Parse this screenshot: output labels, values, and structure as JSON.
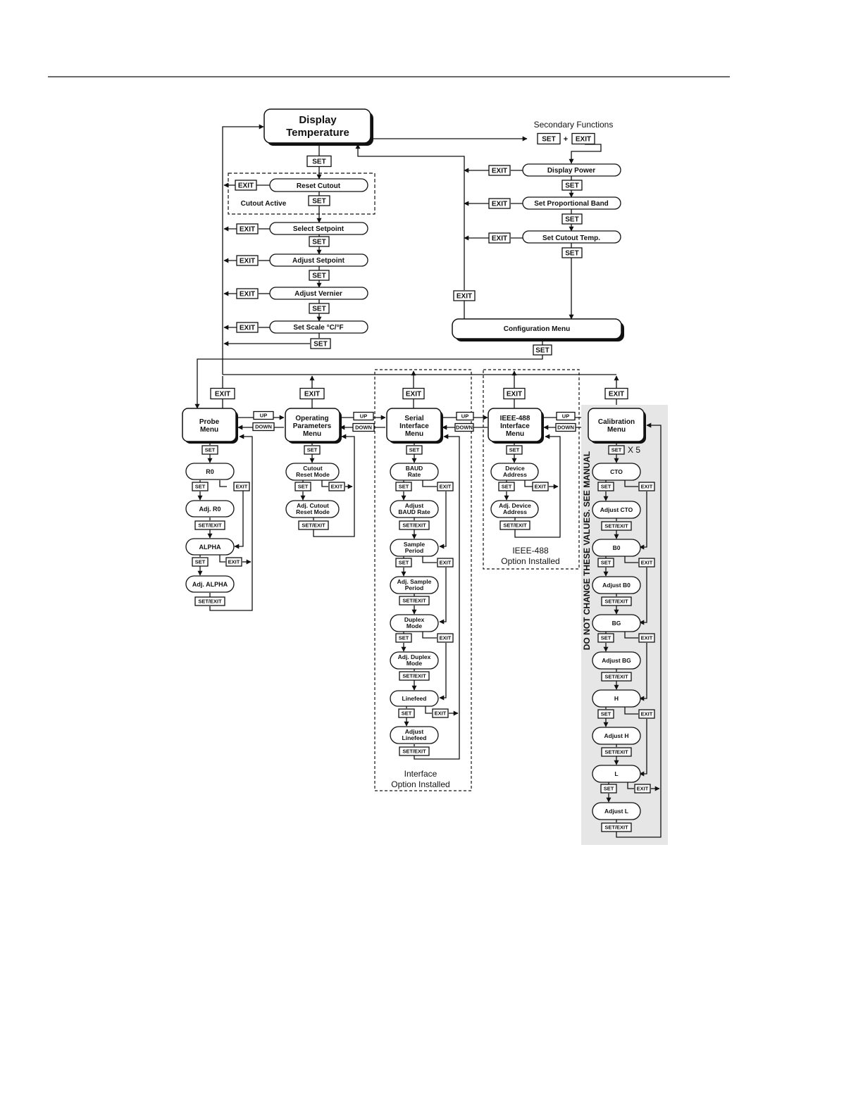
{
  "main": {
    "title": "Display Temperature",
    "secondary_label": "Secondary Functions",
    "plus": "+",
    "set": "SET",
    "exit": "EXIT",
    "set_exit": "SET/EXIT",
    "up": "UP",
    "down": "DOWN",
    "x5": "X 5"
  },
  "left_chain": {
    "reset_cutout": "Reset   Cutout",
    "cutout_active": "Cutout   Active",
    "select_setpoint": "Select Setpoint",
    "adjust_setpoint": "Adjust Setpoint",
    "adjust_vernier": "Adjust Vernier",
    "set_scale": "Set Scale °C/°F"
  },
  "right_chain": {
    "display_power": "Display   Power",
    "set_prop_band": "Set   Proportional   Band",
    "set_cutout_temp": "Set   Cutout   Temp.",
    "config_menu": "Configuration   Menu"
  },
  "menus": {
    "probe": [
      "Probe",
      "Menu"
    ],
    "operating": [
      "Operating",
      "Parameters",
      "Menu"
    ],
    "serial": [
      "Serial",
      "Interface",
      "Menu"
    ],
    "ieee": [
      "IEEE-488",
      "Interface",
      "Menu"
    ],
    "calibration": [
      "Calibration",
      "Menu"
    ]
  },
  "probe_items": {
    "r0": "R0",
    "adj_r0": "Adj. R0",
    "alpha": "ALPHA",
    "adj_alpha": "Adj. ALPHA"
  },
  "operating_items": {
    "cutout_reset": [
      "Cutout",
      "Reset Mode"
    ],
    "adj_cutout_reset": [
      "Adj. Cutout",
      "Reset Mode"
    ]
  },
  "serial_items": {
    "baud": [
      "BAUD",
      "Rate"
    ],
    "adj_baud": [
      "Adjust",
      "BAUD Rate"
    ],
    "sample": [
      "Sample",
      "Period"
    ],
    "adj_sample": [
      "Adj. Sample",
      "Period"
    ],
    "duplex": [
      "Duplex",
      "Mode"
    ],
    "adj_duplex": [
      "Adj. Duplex",
      "Mode"
    ],
    "linefeed": "Linefeed",
    "adj_linefeed": [
      "Adjust",
      "Linefeed"
    ]
  },
  "ieee_items": {
    "device": [
      "Device",
      "Address"
    ],
    "adj_device": [
      "Adj. Device",
      "Address"
    ]
  },
  "cal_items": {
    "cto": "CTO",
    "adj_cto": "Adjust CTO",
    "b0": "B0",
    "adj_b0": "Adjust B0",
    "bg": "BG",
    "adj_bg": "Adjust BG",
    "h": "H",
    "adj_h": "Adjust H",
    "l": "L",
    "adj_l": "Adjust L"
  },
  "notes": {
    "interface_opt": [
      "Interface",
      "Option Installed"
    ],
    "ieee_opt": [
      "IEEE-488",
      "Option Installed"
    ],
    "warning": "DO NOT CHANGE THESE VALUES. SEE MANUAL"
  }
}
